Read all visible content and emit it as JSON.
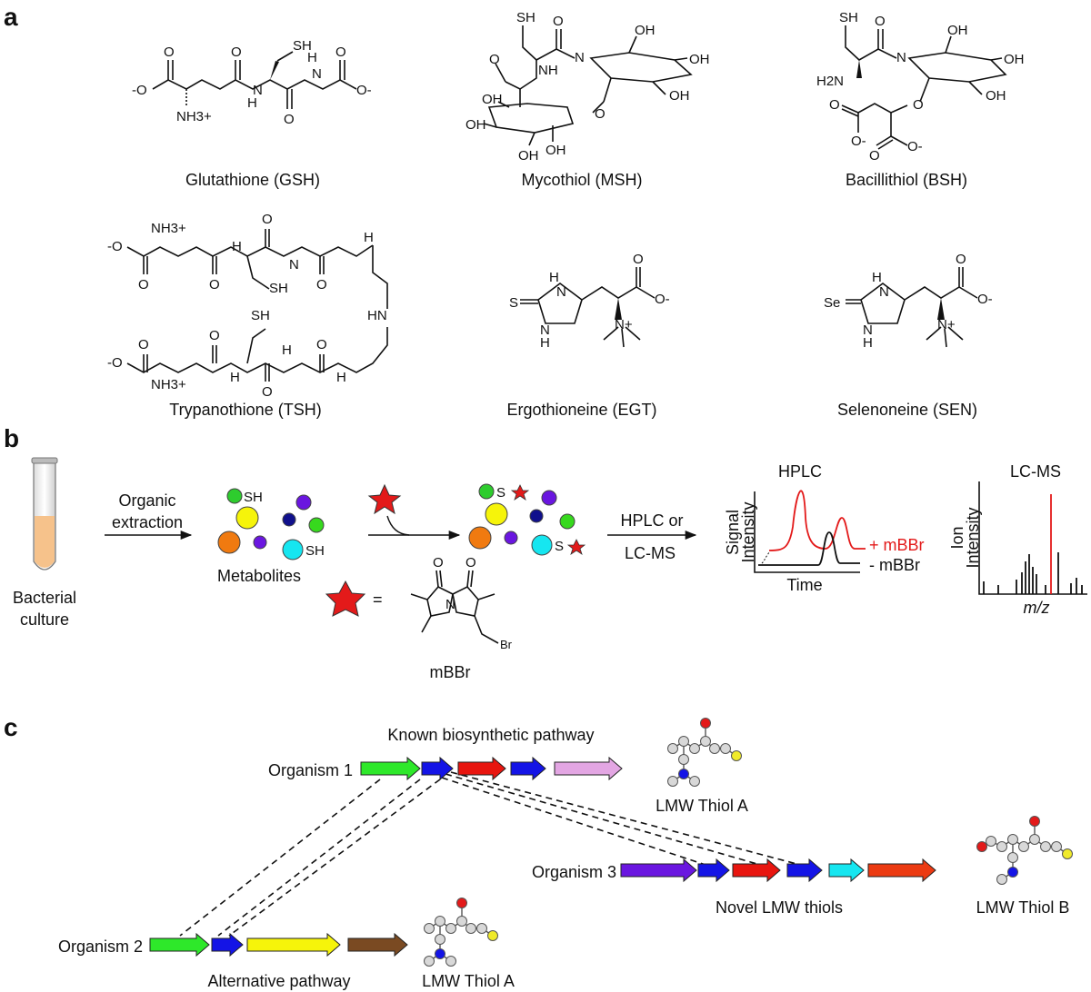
{
  "panels": {
    "a": "a",
    "b": "b",
    "c": "c"
  },
  "molecules": [
    {
      "label": "Glutathione (GSH)"
    },
    {
      "label": "Mycothiol (MSH)"
    },
    {
      "label": "Bacillithiol (BSH)"
    },
    {
      "label": "Trypanothione (TSH)"
    },
    {
      "label": "Ergothioneine (EGT)"
    },
    {
      "label": "Selenoneine (SEN)"
    }
  ],
  "atoms": {
    "sh": "SH",
    "o": "O",
    "o_minus": "-O",
    "minus_o": "O-",
    "nh3": "NH3+",
    "h": "H",
    "n": "N",
    "oh": "OH",
    "h2n": "H2N",
    "nh": "NH",
    "s": "S",
    "se": "Se",
    "n_plus": "N+",
    "br": "Br",
    "hn": "HN"
  },
  "workflow": {
    "tube_label_1": "Bacterial",
    "tube_label_2": "culture",
    "step1_line1": "Organic",
    "step1_line2": "extraction",
    "metabolites": "Metabolites",
    "sh_tag": "SH",
    "s_tag": "S",
    "equals": "=",
    "reagent": "mBBr",
    "step2_line1": "HPLC or",
    "step2_line2": "LC-MS",
    "hplc_title": "HPLC",
    "hplc_ylabel_1": "Signal",
    "hplc_ylabel_2": "Intensity",
    "hplc_xlabel": "Time",
    "plus_trace": "+ mBBr",
    "minus_trace": "- mBBr",
    "lcms_title": "LC-MS",
    "lcms_ylabel_1": "Ion",
    "lcms_ylabel_2": "Intensity",
    "lcms_xlabel": "m/z"
  },
  "pathways": {
    "known": "Known biosynthetic pathway",
    "organism1": "Organism 1",
    "organism2": "Organism 2",
    "organism3": "Organism 3",
    "thiol_a_top": "LMW Thiol A",
    "thiol_a_bottom": "LMW Thiol A",
    "thiol_b": "LMW Thiol B",
    "novel": "Novel LMW thiols",
    "alternative": "Alternative pathway"
  },
  "colors": {
    "gene_green": "#2ee82a",
    "gene_blue": "#1414e6",
    "gene_red": "#e8150f",
    "gene_pink": "#e3a6e3",
    "gene_yellow": "#f6f40a",
    "gene_brown": "#7a4a22",
    "gene_purple": "#6a16e0",
    "gene_cyan": "#16e6f0",
    "gene_orange": "#ec3a12",
    "trace_plus": "#e31a1a",
    "trace_minus": "#111111",
    "culture": "#f6c28b"
  }
}
